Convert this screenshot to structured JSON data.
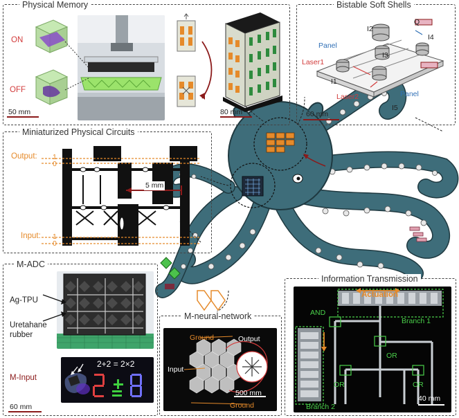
{
  "colors": {
    "octopus": "#3e6d7a",
    "octopus_edge": "#1f3940",
    "sucker": "#d9d9d9",
    "maroon": "#8b1a1a",
    "orange": "#e58a2a",
    "green": "#2fd02f",
    "blue_text": "#2f6fb5",
    "red_text": "#d23b3b"
  },
  "panels": {
    "physical_memory": {
      "title": "Physical Memory",
      "on_label": "ON",
      "off_label": "OFF",
      "scale_left": "50 mm",
      "scale_right": "80 mm"
    },
    "bistable": {
      "title": "Bistable Soft Shells",
      "labels": [
        "Panel",
        "I2",
        "Q",
        "I4",
        "I3",
        "Laser1",
        "I1",
        "Laser2",
        "Panel",
        "I5"
      ],
      "scale": "60 mm"
    },
    "circuits": {
      "title": "Miniaturized Physical Circuits",
      "output_label": "Output:",
      "input_label": "Input:",
      "one": "1",
      "zero": "0",
      "scale": "5 mm"
    },
    "madc": {
      "title": "M-ADC",
      "label_agtpu": "Ag-TPU",
      "label_urethane": "Uretahane",
      "label_rubber": "rubber",
      "minput_title": "M-Input",
      "equation": "2+2 = 2×2",
      "scale": "60 mm"
    },
    "neural": {
      "title": "M-neural-network",
      "ground_top": "Ground",
      "output": "Output",
      "input": "Input",
      "scale": "500 mm",
      "ground_bottom": "Ground"
    },
    "transmission": {
      "title": "Information Transmission",
      "actuation": "Actuation",
      "and_label": "AND",
      "branch1": "Branch 1",
      "or1": "OR",
      "or2": "OR",
      "or3": "OR",
      "branch2": "Branch 2",
      "scale": "40 mm"
    }
  }
}
